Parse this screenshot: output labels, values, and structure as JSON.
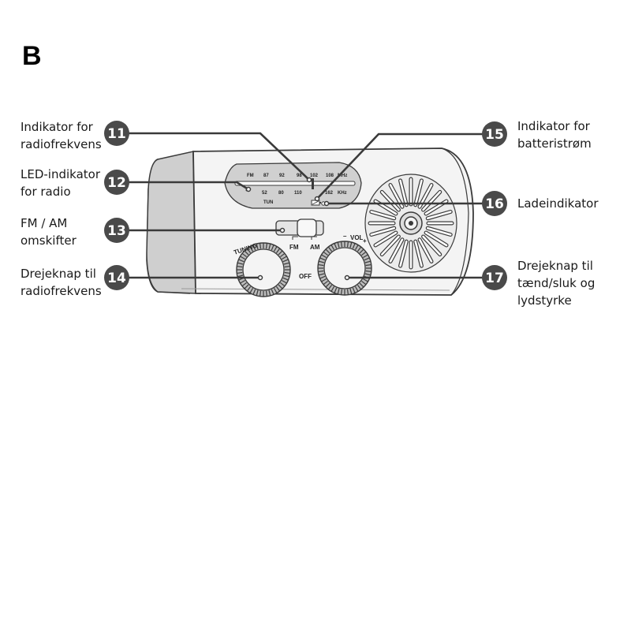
{
  "figure_letter": "B",
  "callouts": [
    {
      "number": "11",
      "lines": [
        "Indikator for",
        "radiofrekvens"
      ]
    },
    {
      "number": "12",
      "lines": [
        "LED-indikator",
        "for radio"
      ]
    },
    {
      "number": "13",
      "lines": [
        "FM / AM",
        "omskifter"
      ]
    },
    {
      "number": "14",
      "lines": [
        "Drejeknap til",
        "radiofrekvens"
      ]
    },
    {
      "number": "15",
      "lines": [
        "Indikator for",
        "batteristrøm"
      ]
    },
    {
      "number": "16",
      "lines": [
        "Ladeindikator"
      ]
    },
    {
      "number": "17",
      "lines": [
        "Drejeknap til",
        "tænd/sluk og",
        "lydstyrke"
      ]
    }
  ],
  "dial": {
    "fm_label": "FM",
    "fm_scale": [
      "87",
      "92",
      "98",
      "102",
      "108"
    ],
    "fm_unit": "MHz",
    "am_scale": [
      "52",
      "80",
      "110",
      "162"
    ],
    "am_unit": "KHz",
    "tun_label": "TUN"
  },
  "switch": {
    "fm": "FM",
    "am": "AM"
  },
  "knobs": {
    "tuning": "TUNING",
    "volume": "VOL",
    "off": "OFF",
    "minus": "–",
    "plus": "+"
  },
  "colors": {
    "badge": "#4a4a4a",
    "outline": "#3a3a3a",
    "body": "#f2f2f2",
    "shade": "#d4d4d4"
  }
}
